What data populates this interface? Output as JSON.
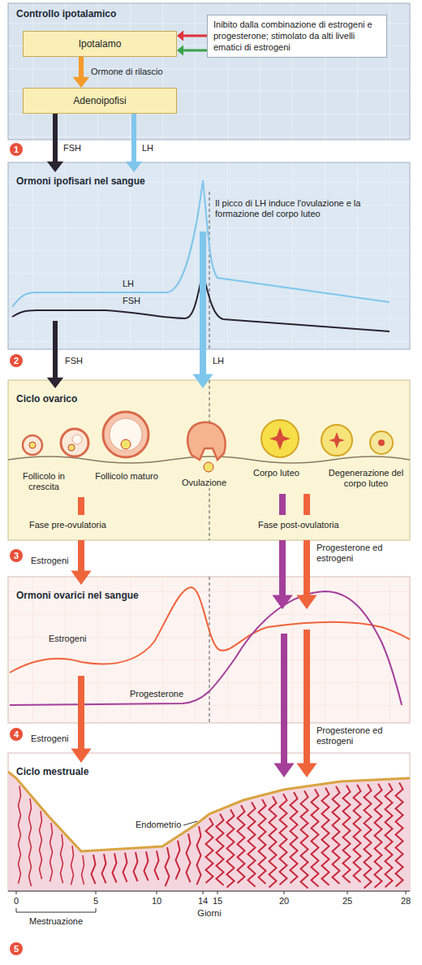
{
  "diagram": {
    "nodes": [
      {
        "text": [
          "Controllo ipotalamico"
        ]
      },
      {
        "text": [
          "Ipotalamo"
        ],
        "in": 0
      },
      {
        "text": [
          "Adenoipofisi"
        ],
        "in": 0
      },
      {
        "text": [
          "Inibito dalla combinazione di estrogeni e progesterone; stimolato da alti livelli ematici di estrogeni"
        ],
        "in": 0
      },
      {
        "text": [
          "Ormoni ipofisari nel sangue"
        ]
      },
      {
        "text": [
          "Ciclo ovarico"
        ]
      },
      {
        "text": [
          "Ormoni ovarici nel sangue"
        ]
      },
      {
        "text": [
          "Ciclo mestruale"
        ]
      }
    ],
    "edges": [
      {
        "from": 3,
        "to": 1,
        "arrow": "to"
      },
      {
        "from": 3,
        "to": 1,
        "arrow": "to"
      },
      {
        "from": 1,
        "to": 2,
        "label": "Ormone di rilascio",
        "arrow": "to"
      },
      {
        "from": 2,
        "to": 4,
        "label": "FSH",
        "arrow": "to"
      },
      {
        "from": 2,
        "to": 4,
        "label": "LH",
        "arrow": "to"
      },
      {
        "from": 4,
        "to": 5,
        "label": "FSH",
        "arrow": "to"
      },
      {
        "from": 4,
        "to": 5,
        "label": "LH",
        "arrow": "to"
      },
      {
        "from": 5,
        "to": 6,
        "label": "Estrogeni",
        "arrow": "to"
      },
      {
        "from": 5,
        "to": 6,
        "arrow": "to"
      },
      {
        "from": 5,
        "to": 6,
        "label": "Progesterone ed estrogeni",
        "arrow": "to"
      },
      {
        "from": 6,
        "to": 7,
        "label": "Estrogeni",
        "arrow": "to"
      },
      {
        "from": 6,
        "to": 7,
        "arrow": "to"
      },
      {
        "from": 6,
        "to": 7,
        "label": "Progesterone ed estrogeni",
        "arrow": "to"
      }
    ],
    "labels": [
      "1",
      "Il picco di LH induce l'ovulazione e la formazione del corpo luteo",
      "LH",
      "FSH",
      "2",
      "Follicolo in crescita",
      "Follicolo maturo",
      "Ovulazione",
      "Corpo luteo",
      "Degenerazione del corpo luteo",
      "Fase pre-ovulatoria",
      "Fase post-ovulatoria",
      "3",
      "Estrogeni",
      "Progesterone",
      "4",
      "Endometrio",
      "0",
      "5",
      "10",
      "14",
      "15",
      "20",
      "25",
      "28",
      "Giorni",
      "Mestruazione",
      "5"
    ]
  }
}
